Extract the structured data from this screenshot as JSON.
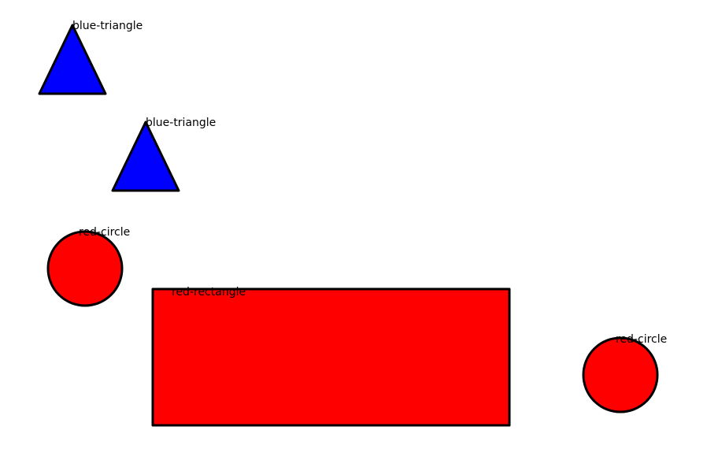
{
  "canvas": {
    "background": "#ffffff"
  },
  "shapes": [
    {
      "kind": "triangle",
      "label": "blue-triangle",
      "fill": "#0000ff"
    },
    {
      "kind": "triangle",
      "label": "blue-triangle",
      "fill": "#0000ff"
    },
    {
      "kind": "circle",
      "label": "red-circle",
      "fill": "#ff0000"
    },
    {
      "kind": "rectangle",
      "label": "red-rectangle",
      "fill": "#ff0000"
    },
    {
      "kind": "circle",
      "label": "red-circle",
      "fill": "#ff0000"
    }
  ]
}
